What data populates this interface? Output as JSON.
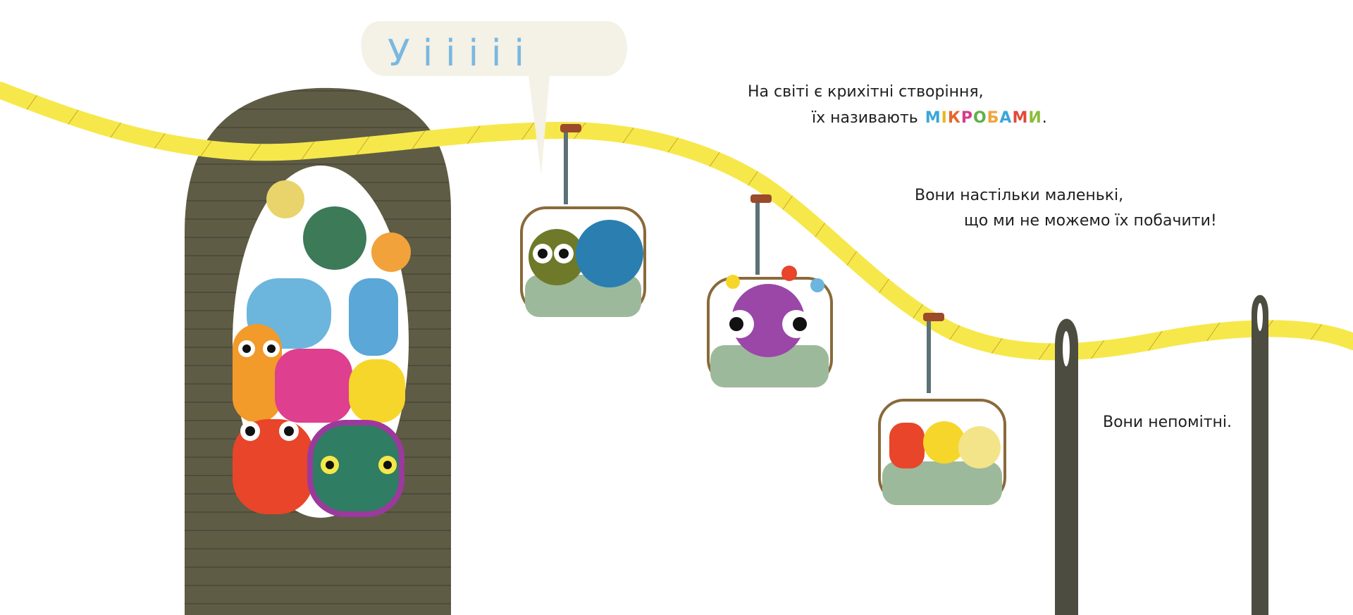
{
  "speech_bubble": {
    "text": "Уііііі"
  },
  "text": {
    "line1": "На світі є крихітні створіння,",
    "line2_prefix": "їх називають",
    "highlight_word": "МІКРОБАМИ",
    "line2_suffix": ".",
    "line3": "Вони настільки маленькі,",
    "line4": "що ми не можемо їх побачити!",
    "line5": "Вони непомітні."
  },
  "highlight_letters": [
    {
      "ch": "М",
      "color": "#3aa6d8"
    },
    {
      "ch": "І",
      "color": "#e6b820"
    },
    {
      "ch": "К",
      "color": "#e8672a"
    },
    {
      "ch": "Р",
      "color": "#d63a8c"
    },
    {
      "ch": "О",
      "color": "#5fb04a"
    },
    {
      "ch": "Б",
      "color": "#f0a43a"
    },
    {
      "ch": "А",
      "color": "#3aa6d8"
    },
    {
      "ch": "М",
      "color": "#e04a3a"
    },
    {
      "ch": "И",
      "color": "#8bbd3a"
    }
  ],
  "colors": {
    "rope": "#f6e84a",
    "rope_stripe": "#c9a72a",
    "tower": "#5f5c45",
    "cabin": "#9db99b",
    "needle": "#4c4c40"
  }
}
